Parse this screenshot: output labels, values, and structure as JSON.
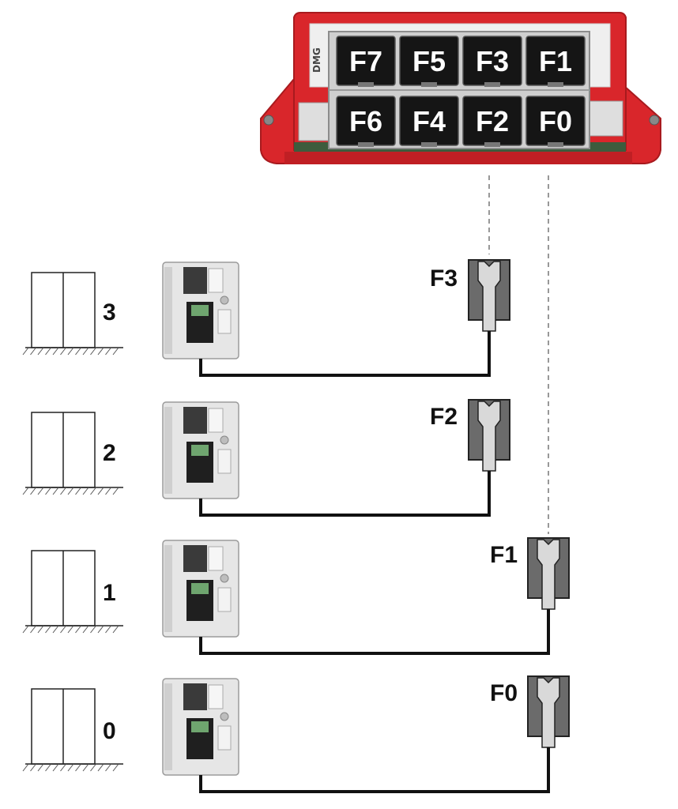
{
  "hub": {
    "brand": "DMG",
    "ports_top": [
      "F7",
      "F5",
      "F3",
      "F1"
    ],
    "ports_bottom": [
      "F6",
      "F4",
      "F2",
      "F0"
    ]
  },
  "floors": [
    {
      "floor_label": "3",
      "connector_label": "F3"
    },
    {
      "floor_label": "2",
      "connector_label": "F2"
    },
    {
      "floor_label": "1",
      "connector_label": "F1"
    },
    {
      "floor_label": "0",
      "connector_label": "F0"
    }
  ],
  "colors": {
    "hub_red": "#d9262b",
    "hub_red_dark": "#a81a1e",
    "port_black": "#151515",
    "connector_gray": "#6b6b6b",
    "connector_light": "#d9d9d9",
    "cable": "#111111"
  }
}
